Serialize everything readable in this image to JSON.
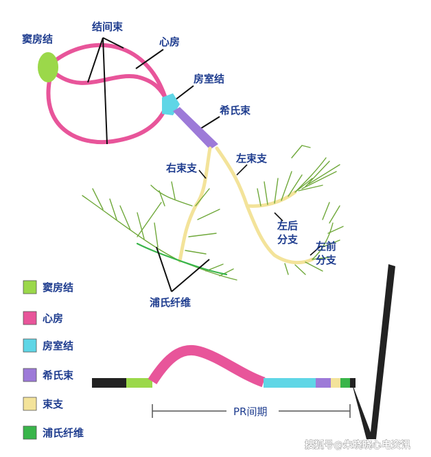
{
  "labels": {
    "sa_node": "窦房结",
    "internodal": "结间束",
    "atrium": "心房",
    "av_node": "房室结",
    "his_bundle": "希氏束",
    "right_bundle": "右束支",
    "left_bundle": "左束支",
    "left_posterior_1": "左后",
    "left_posterior_2": "分支",
    "left_anterior_1": "左前",
    "left_anterior_2": "分支",
    "purkinje": "浦氏纤维"
  },
  "legend": [
    {
      "label": "窦房结",
      "color": "#9bd84a"
    },
    {
      "label": "心房",
      "color": "#e8559a"
    },
    {
      "label": "房室结",
      "color": "#5fd6e6"
    },
    {
      "label": "希氏束",
      "color": "#9d7ad8"
    },
    {
      "label": "束支",
      "color": "#f3e39a"
    },
    {
      "label": "浦氏纤维",
      "color": "#39b54a"
    }
  ],
  "pr_label": "PR间期",
  "watermark": "搜狐号@朱晓晓心电资讯",
  "colors": {
    "sa_node": "#9bd84a",
    "atrium": "#e8559a",
    "av_node": "#5fd6e6",
    "his": "#9d7ad8",
    "bundle": "#f3e39a",
    "purkinje": "#39b54a",
    "label": "#1f3d8f",
    "ecg_baseline": "#222222"
  }
}
